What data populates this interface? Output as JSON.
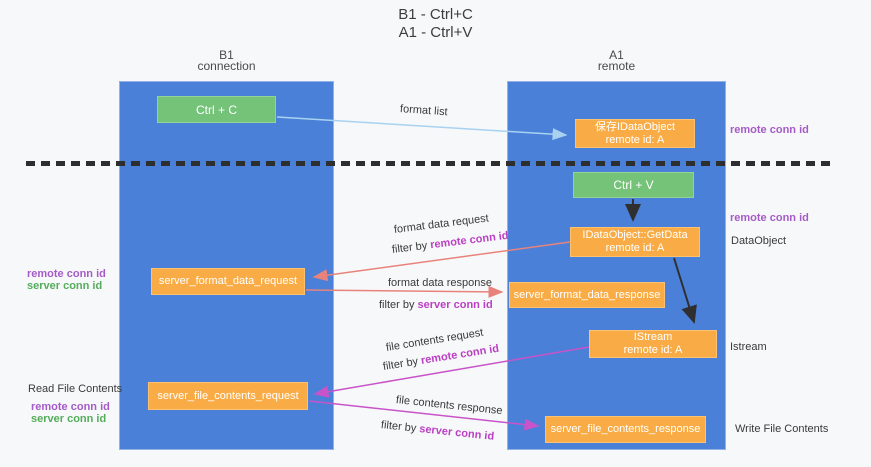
{
  "title": {
    "line1": "B1 - Ctrl+C",
    "line2": "A1 - Ctrl+V"
  },
  "lanes": {
    "left": {
      "name": "B1",
      "role": "connection"
    },
    "right": {
      "name": "A1",
      "role": "remote"
    }
  },
  "boxes": {
    "ctrl_c": "Ctrl + C",
    "ctrl_v": "Ctrl + V",
    "save_dataobject": {
      "line1": "保存IDataObject",
      "line2": "remote id: A"
    },
    "getdata": {
      "line1": "IDataObject::GetData",
      "line2": "remote id: A"
    },
    "istream": {
      "line1": "IStream",
      "line2": "remote id: A"
    },
    "format_request": "server_format_data_request",
    "format_response": "server_format_data_response",
    "file_request": "server_file_contents_request",
    "file_response": "server_file_contents_response"
  },
  "side_labels": {
    "remote_conn_top": "remote conn id",
    "remote_conn_mid": "remote conn id",
    "dataobject": "DataObject",
    "istream": "Istream",
    "write_file": "Write File Contents",
    "read_file": "Read File Contents",
    "left_remote_1": "remote conn id",
    "left_server_1": "server conn id",
    "left_remote_2": "remote conn id",
    "left_server_2": "server conn id"
  },
  "arrow_labels": {
    "format_list": "format list",
    "format_request": "format data request",
    "format_response": "format data response",
    "file_request": "file contents request",
    "file_response": "file contents response",
    "filter_by": "filter by ",
    "remote_conn": "remote conn id",
    "server_conn": "server conn id"
  },
  "colors": {
    "lane_blue": "#4a80d8",
    "box_green": "#74c378",
    "box_orange": "#f9ac45",
    "arrow_lightblue": "#a9d2f1",
    "arrow_salmon": "#e8837c",
    "arrow_magenta": "#c953c9",
    "arrow_black": "#2f2f2f",
    "label_purple": "#a55bc8",
    "label_green": "#54ad5b",
    "label_magenta": "#bb3fc4",
    "background": "#f7f8f9"
  }
}
